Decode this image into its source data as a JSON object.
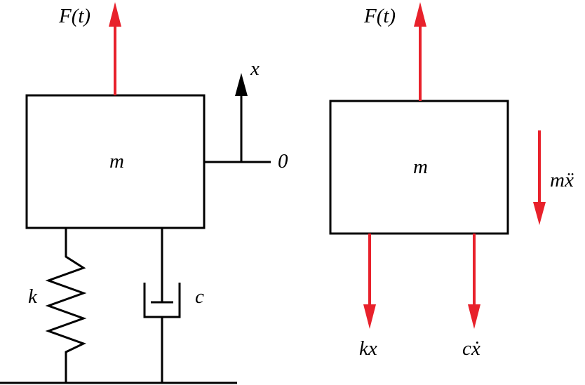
{
  "colors": {
    "force_arrow": "#e8212b",
    "line": "#000000",
    "background": "#ffffff"
  },
  "left_diagram": {
    "force_label": "F(t)",
    "mass_label": "m",
    "axis_label": "x",
    "origin_label": "0",
    "spring_label": "k",
    "damper_label": "c"
  },
  "right_diagram": {
    "force_label": "F(t)",
    "mass_label": "m",
    "inertia_label": "mẍ",
    "spring_force_label": "kx",
    "damper_force_label": "cẋ"
  }
}
